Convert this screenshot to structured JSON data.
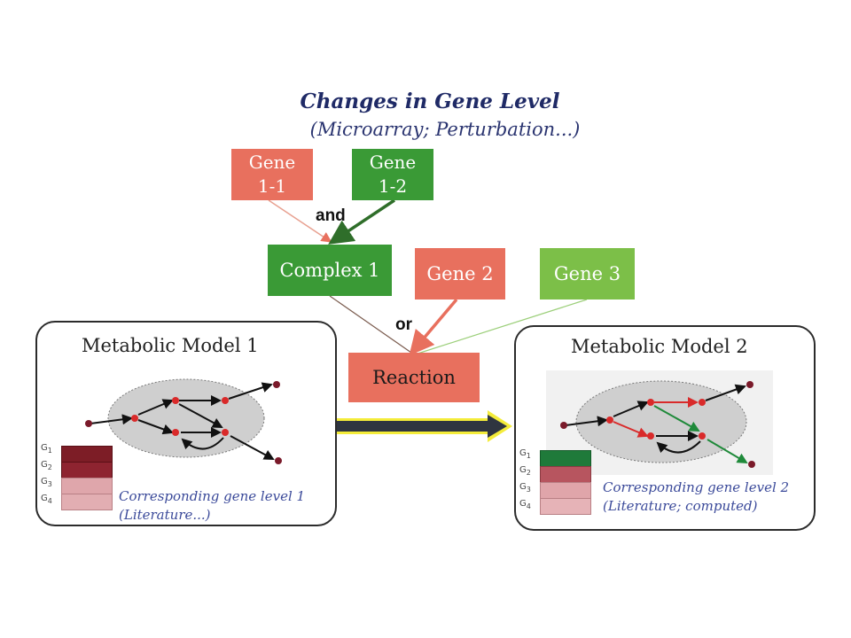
{
  "header": {
    "title": "Changes in Gene Level",
    "subtitle": "(Microarray; Perturbation...)"
  },
  "genes": {
    "gene_1_1": {
      "line1": "Gene",
      "line2": "1-1"
    },
    "gene_1_2": {
      "line1": "Gene",
      "line2": "1-2"
    },
    "complex_1": "Complex 1",
    "gene_2": "Gene 2",
    "gene_3": "Gene 3",
    "reaction": "Reaction"
  },
  "connectors": {
    "and": "and",
    "or": "or"
  },
  "model_1": {
    "title": "Metabolic Model 1",
    "caption_line1": "Corresponding gene level 1",
    "caption_line2": "(Literature...)",
    "gene_labels": [
      "G1",
      "G2",
      "G3",
      "G4"
    ]
  },
  "model_2": {
    "title": "Metabolic Model 2",
    "caption_line1": "Corresponding gene level 2",
    "caption_line2": "(Literature; computed)",
    "gene_labels": [
      "G1",
      "G2",
      "G3",
      "G4"
    ]
  },
  "colors": {
    "red": "#e8705e",
    "dark_green": "#3a9a36",
    "light_green": "#7cbf48",
    "arrow": "#2f3540",
    "arrow_glow": "#f4ec3a"
  }
}
